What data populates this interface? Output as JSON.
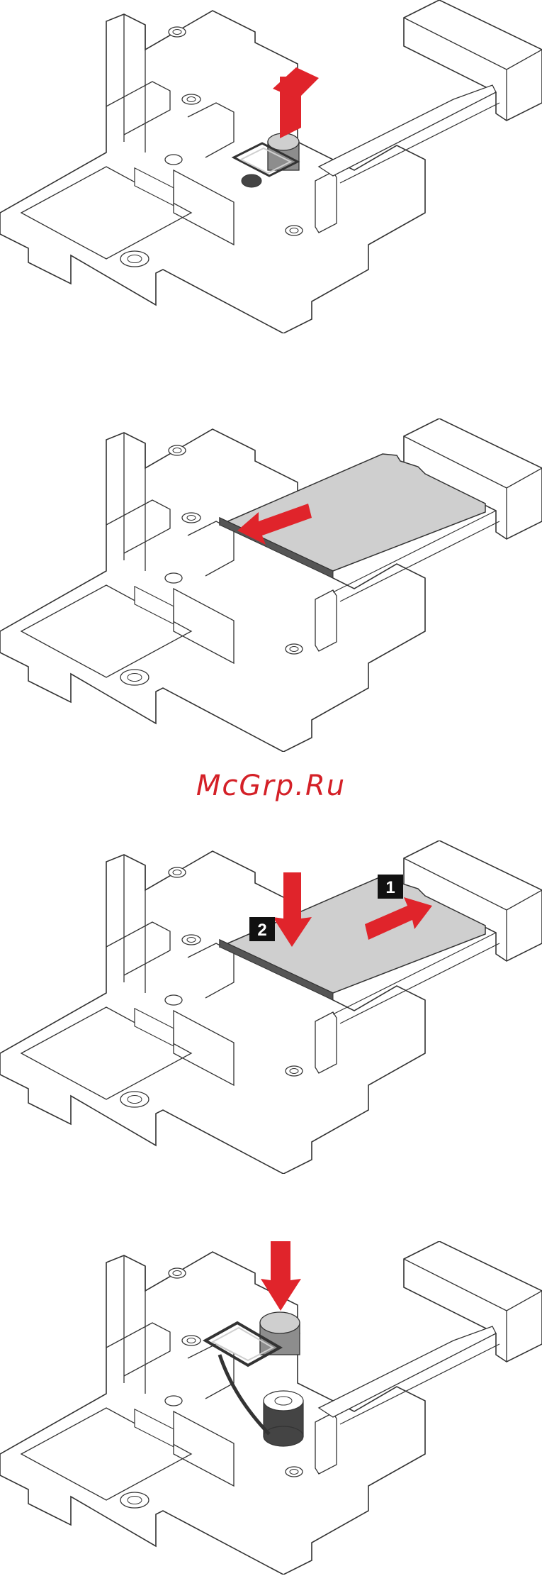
{
  "watermark": {
    "text": "McGrp.Ru"
  },
  "callouts": {
    "one": "1",
    "two": "2"
  },
  "colors": {
    "line": "#333333",
    "card": "#cfcfcf",
    "arrow": "#e0242b",
    "clip": "#8d8d8d",
    "badge": "#111111"
  },
  "steps": [
    {
      "arrow_direction": "up",
      "card": "none"
    },
    {
      "arrow_direction": "left",
      "card": "removed"
    },
    {
      "arrow_direction": "right-down",
      "card": "inserted"
    },
    {
      "arrow_direction": "down",
      "card": "none"
    }
  ]
}
